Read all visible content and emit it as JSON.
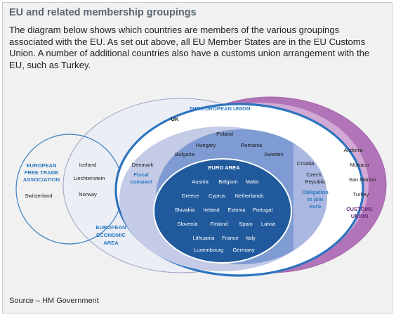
{
  "header": {
    "title": "EU and related membership groupings",
    "intro": "The diagram below shows which countries are members of the various groupings associated with the EU. As set out above, all EU Member States are in the EU Customs Union. A number of additional countries also have a customs union arrangement with the EU, such as Turkey."
  },
  "groups": {
    "efta": [
      "EUROPEAN",
      "FREE TRADE",
      "ASSOCIATION"
    ],
    "eea": [
      "EUROPEAN",
      "ECONOMIC",
      "AREA"
    ],
    "eu": "THE EUROPEAN UNION",
    "fiscal": [
      "Fiscal",
      "compact"
    ],
    "euro": "EURO AREA",
    "obligation": [
      "Obligation",
      "to join",
      "euro"
    ],
    "customs": [
      "CUSTOMS",
      "UNION"
    ]
  },
  "countries": {
    "efta_only": [
      "Switzerland"
    ],
    "eea_efta": [
      "Iceland",
      "Liechtenstein",
      "Norway"
    ],
    "eu_only": [
      "UK"
    ],
    "fiscal_non_euro": [
      "Denmark",
      "Bulgaria",
      "Poland",
      "Hungary",
      "Romania",
      "Sweden"
    ],
    "obligation": [
      "Croatia",
      "Czech",
      "Republic"
    ],
    "euro": [
      "Austria",
      "Belgium",
      "Malta",
      "Greece",
      "Cyprus",
      "Netherlands",
      "Slovakia",
      "Ireland",
      "Estonia",
      "Portugal",
      "Slovenia",
      "Finland",
      "Spain",
      "Latvia",
      "Lithuania",
      "France",
      "Italy",
      "Luxembourg",
      "Germany"
    ],
    "customs_only": [
      "Andorra",
      "Monaco",
      "San Marino",
      "Turkey"
    ]
  },
  "colors": {
    "efta_stroke": "#3a7fc1",
    "eea_fill": "#eceef5",
    "customs_fill": "#b274b8",
    "eu_fill": "#ffffff",
    "fiscal_fill": "#c3cbe6",
    "obligation_fill": "#7e9bd3",
    "euro_fill": "#215a9c",
    "group_label": "#2d79c0",
    "customs_label": "#6b2d83"
  },
  "footer": {
    "source": "Source – HM Government"
  }
}
